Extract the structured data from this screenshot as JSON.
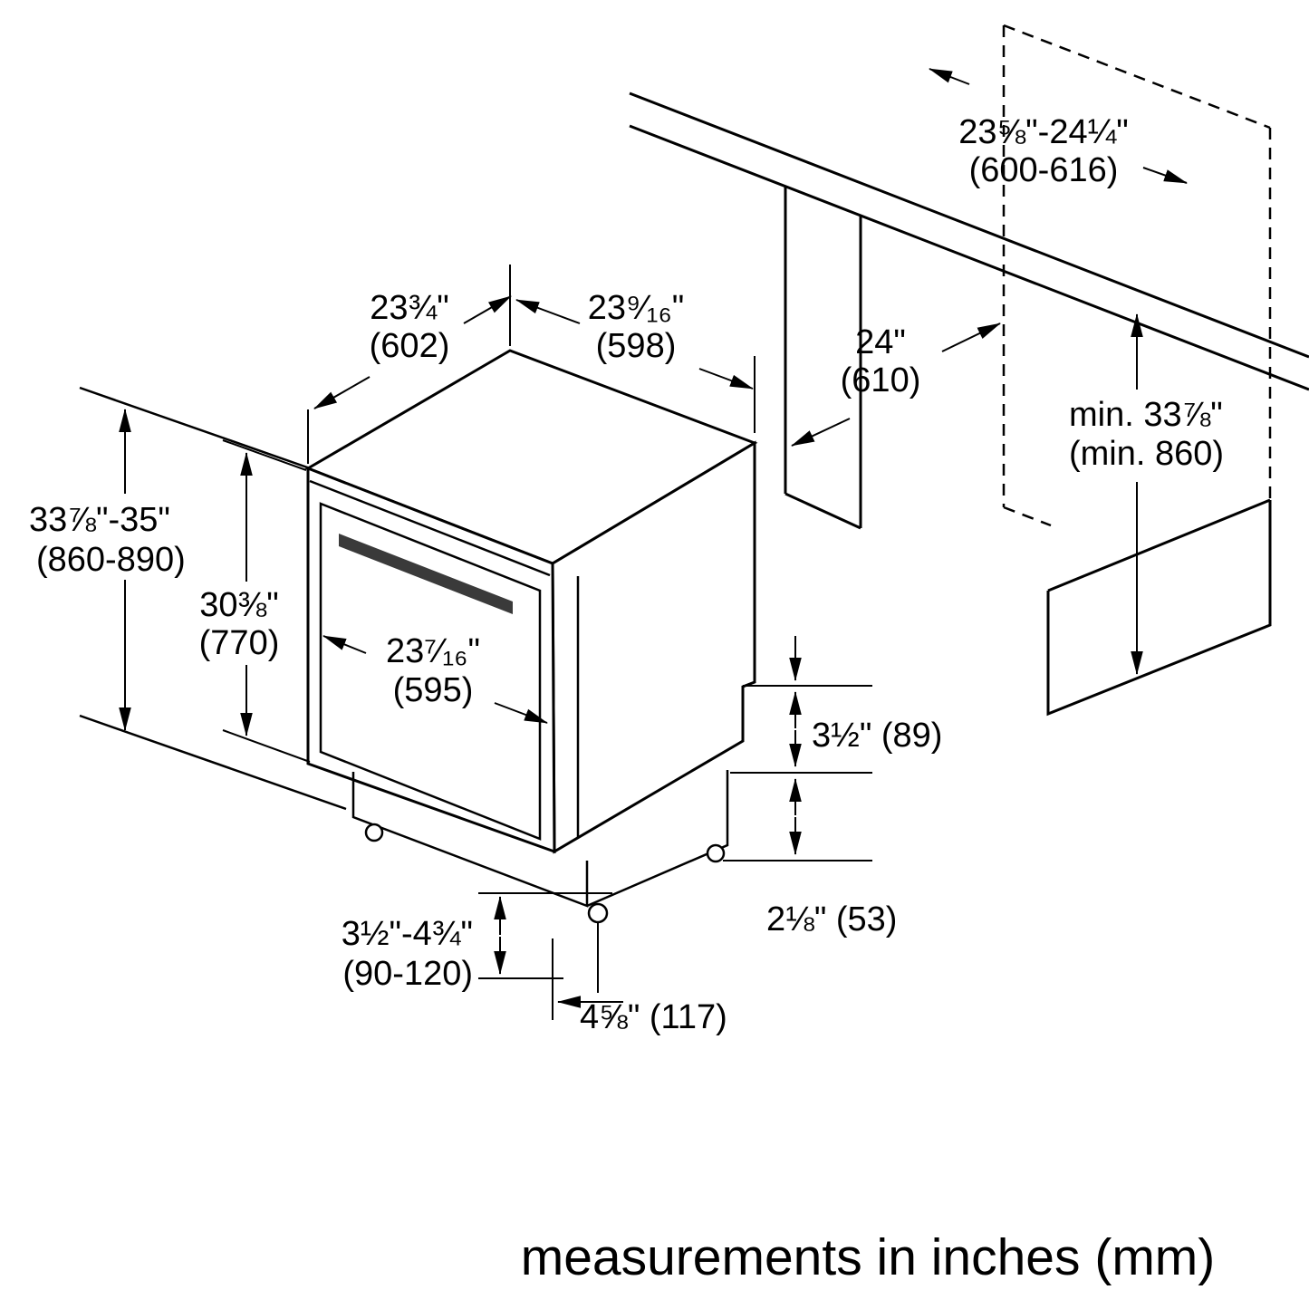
{
  "caption": "measurements in inches (mm)",
  "colors": {
    "lines": "#000000",
    "handle": "#3a3a3a",
    "background": "#ffffff"
  },
  "labels": {
    "overall_height": {
      "l1": "33⅞\"-35\"",
      "l2": "(860-890)"
    },
    "door_height": {
      "l1": "30⅜\"",
      "l2": "(770)"
    },
    "top_depth": {
      "l1": "23¾\"",
      "l2": "(602)"
    },
    "top_width": {
      "l1": "23⁹⁄₁₆\"",
      "l2": "(598)"
    },
    "niche_depth": {
      "l1": "24\"",
      "l2": "(610)"
    },
    "niche_width": {
      "l1": "23⅝\"-24¼\"",
      "l2": "(600-616)"
    },
    "niche_height": {
      "l1": "min. 33⅞\"",
      "l2": "(min. 860)"
    },
    "door_width": {
      "l1": "23⁷⁄₁₆\"",
      "l2": "(595)"
    },
    "toe_kick_height": {
      "l1": "3½\" (89)"
    },
    "base_height": {
      "l1": "2⅛\" (53)"
    },
    "leveling_feet_range": {
      "l1": "3½\"-4¾\"",
      "l2": "(90-120)"
    },
    "foot_setback": {
      "l1": "4⅝\" (117)"
    }
  }
}
